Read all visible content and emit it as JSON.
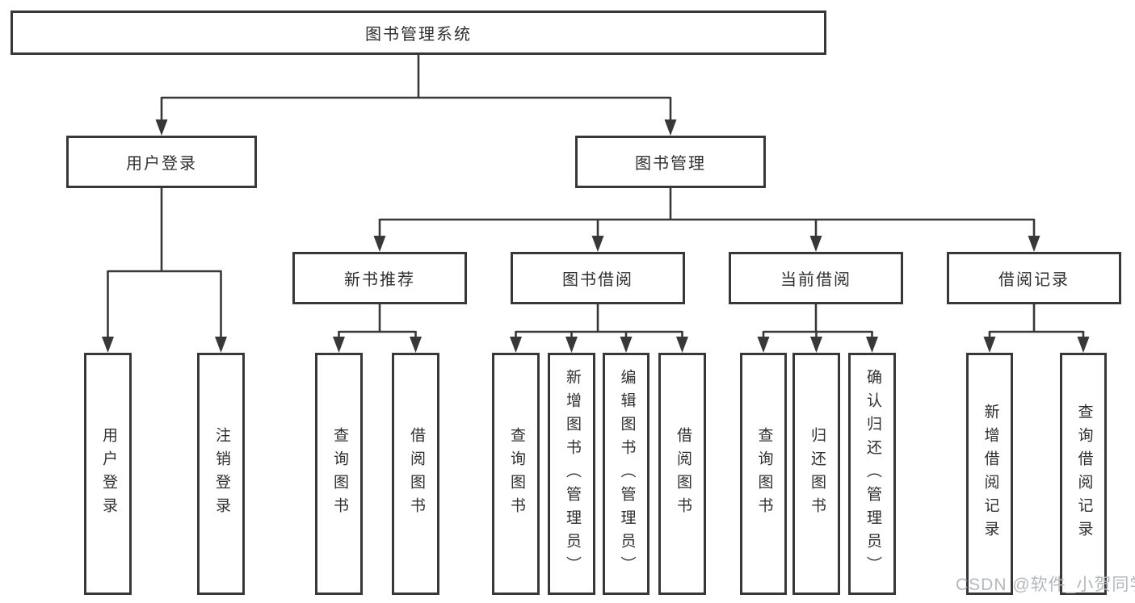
{
  "tree": {
    "root": {
      "label": "图书管理系统"
    },
    "user_login": {
      "label": "用户登录",
      "children": [
        {
          "label": "用户登录"
        },
        {
          "label": "注销登录"
        }
      ]
    },
    "book_management": {
      "label": "图书管理",
      "children_labels": [
        "新书推荐",
        "图书借阅",
        "当前借阅",
        "借阅记录"
      ]
    },
    "new_book_recommend": {
      "label": "新书推荐",
      "children": [
        {
          "label": "查询图书"
        },
        {
          "label": "借阅图书"
        }
      ]
    },
    "book_borrowing": {
      "label": "图书借阅",
      "children": [
        {
          "label": "查询图书"
        },
        {
          "label": "新增图书（管理员）"
        },
        {
          "label": "编辑图书（管理员）"
        },
        {
          "label": "借阅图书"
        }
      ]
    },
    "current_borrowing": {
      "label": "当前借阅",
      "children": [
        {
          "label": "查询图书"
        },
        {
          "label": "归还图书"
        },
        {
          "label": "确认归还（管理员）"
        }
      ]
    },
    "borrow_records": {
      "label": "借阅记录",
      "children": [
        {
          "label": "新增借阅记录"
        },
        {
          "label": "查询借阅记录"
        }
      ]
    }
  },
  "watermark": {
    "text": "CSDN @软件_小贺同学"
  },
  "colors": {
    "line": "#383838",
    "box_border": "#383838",
    "text": "#2f2f2f",
    "background": "#ffffff",
    "watermark": "#b4b7bb"
  }
}
